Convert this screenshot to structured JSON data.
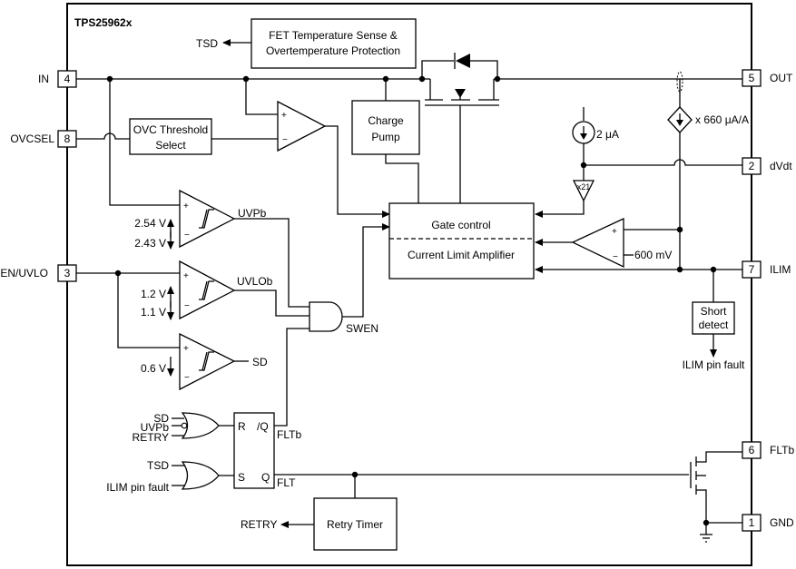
{
  "title": "TPS25962x",
  "blocks": {
    "fet_sense_line1": "FET Temperature Sense &",
    "fet_sense_line2": "Overtemperature Protection",
    "charge_pump_line1": "Charge",
    "charge_pump_line2": "Pump",
    "ovc_line1": "OVC Threshold",
    "ovc_line2": "Select",
    "gate_control": "Gate control",
    "current_limit_amp": "Current Limit Amplifier",
    "short_detect_line1": "Short",
    "short_detect_line2": "detect",
    "retry_timer": "Retry Timer",
    "scale_x21": "x21"
  },
  "pins": {
    "in": {
      "name": "IN",
      "num": "4"
    },
    "ovcsel": {
      "name": "OVCSEL",
      "num": "8"
    },
    "en_uvlo": {
      "name": "EN/UVLO",
      "num": "3"
    },
    "out": {
      "name": "OUT",
      "num": "5"
    },
    "dvdt": {
      "name": "dVdt",
      "num": "2"
    },
    "ilim": {
      "name": "ILIM",
      "num": "7"
    },
    "fltb": {
      "name": "FLTb",
      "num": "6"
    },
    "gnd": {
      "name": "GND",
      "num": "1"
    }
  },
  "signals": {
    "tsd": "TSD",
    "uvpb": "UVPb",
    "uvlob": "UVLOb",
    "sd": "SD",
    "swen": "SWEN",
    "fltb": "FLTb",
    "flt": "FLT",
    "retry": "RETRY",
    "ilim_fault": "ILIM pin fault",
    "in_sd": "SD",
    "in_uvpb": "UVPb",
    "in_retry": "RETRY",
    "in_tsd": "TSD",
    "in_ilim_fault": "ILIM  pin fault"
  },
  "values": {
    "v_254": "2.54 V",
    "v_243": "2.43 V",
    "v_12": "1.2 V",
    "v_11": "1.1 V",
    "v_06": "0.6 V",
    "i_2ua": "2 μA",
    "i_660": "x 660 μA/A",
    "v_600mv": "600 mV"
  },
  "latch": {
    "r": "R",
    "s": "S",
    "qb": "/Q",
    "q": "Q"
  }
}
